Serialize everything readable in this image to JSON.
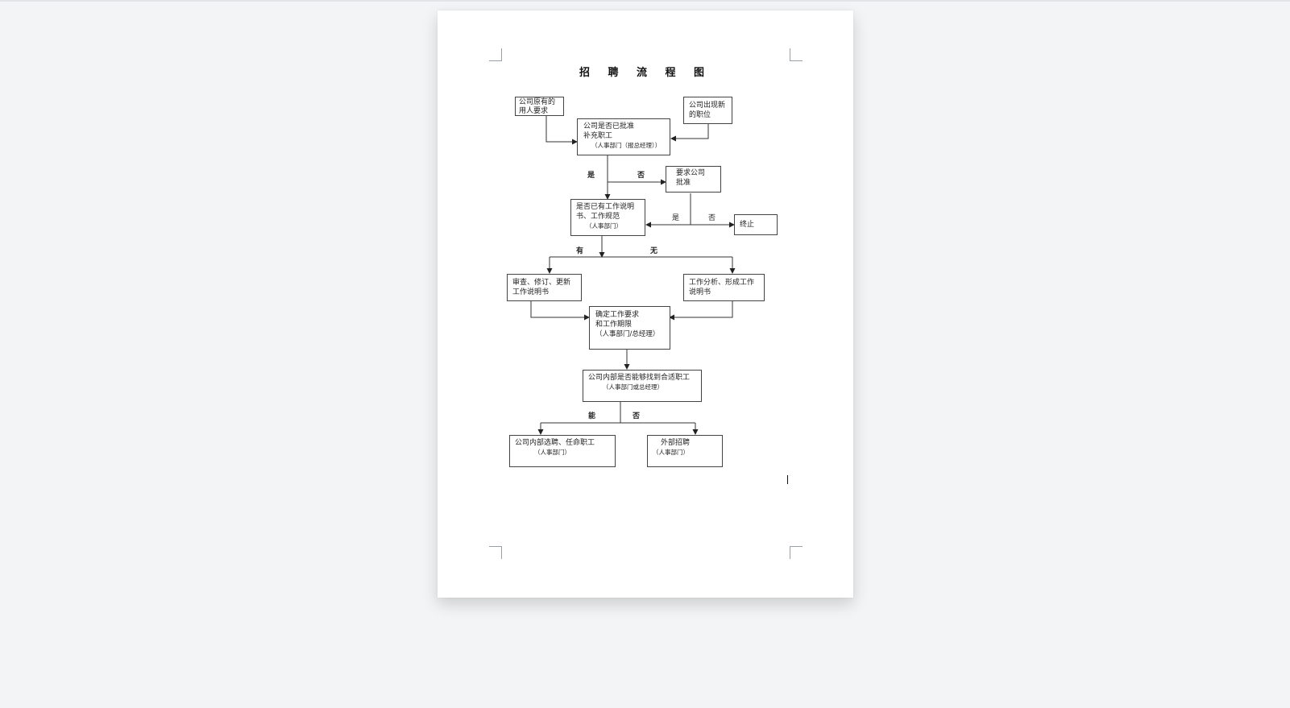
{
  "document": {
    "title": "招 聘 流 程 图",
    "nodes": {
      "existing_need": "公司原有的用人要求",
      "new_position": "公司出现新的职位",
      "approved": "公司是否已批准补充职工",
      "approved_sub": "（人事部门（报总经理））",
      "request_approval": "要求公司批准",
      "has_job_desc": "是否已有工作说明书、工作规范",
      "has_job_desc_sub": "（人事部门）",
      "terminate": "终止",
      "review_update": "审查、修订、更新工作说明书",
      "job_analysis": "工作分析、形成工作说明书",
      "determine_req": "确定工作要求和工作期限",
      "determine_req_sub": "（人事部门/总经理）",
      "internal_find": "公司内部是否能够找到合适职工",
      "internal_find_sub": "（人事部门或总经理）",
      "internal_select": "公司内部选聘、任命职工",
      "internal_select_sub": "（人事部门）",
      "external": "外部招聘",
      "external_sub": "（人事部门）"
    },
    "labels": {
      "yes1": "是",
      "no1": "否",
      "yes2": "是",
      "no2": "否",
      "have": "有",
      "none": "无",
      "can": "能",
      "no3": "否"
    }
  }
}
